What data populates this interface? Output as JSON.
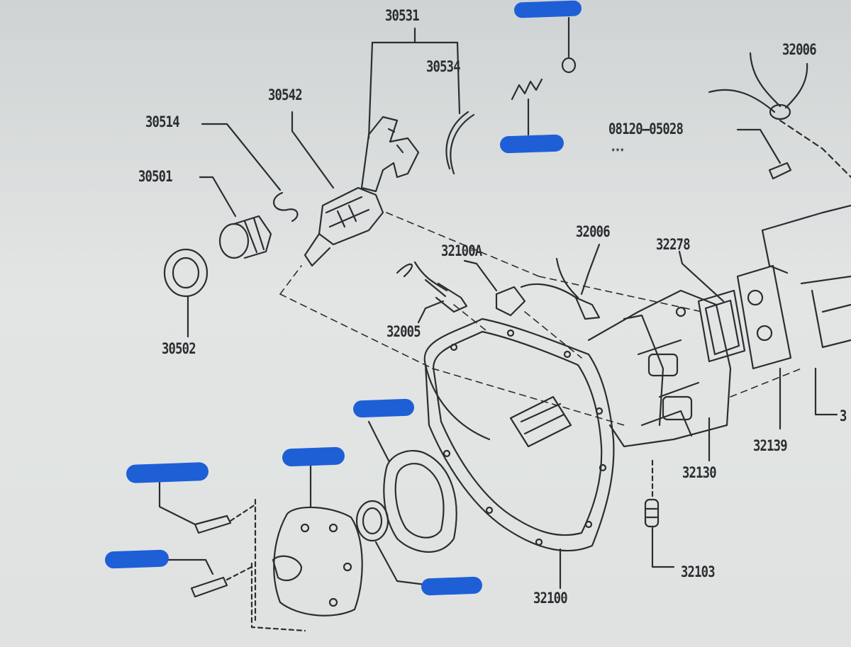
{
  "diagram": {
    "part_labels": [
      {
        "id": "p30531",
        "text": "30531"
      },
      {
        "id": "p30534",
        "text": "30534"
      },
      {
        "id": "p30542",
        "text": "30542"
      },
      {
        "id": "p30514",
        "text": "30514"
      },
      {
        "id": "p30501",
        "text": "30501"
      },
      {
        "id": "p30502",
        "text": "30502"
      },
      {
        "id": "p32006a",
        "text": "32006"
      },
      {
        "id": "p0812005028",
        "text": "08120–05028"
      },
      {
        "id": "pnote",
        "text": "★★★"
      },
      {
        "id": "p32100a",
        "text": "32100A"
      },
      {
        "id": "p32006b",
        "text": "32006"
      },
      {
        "id": "p32278",
        "text": "32278"
      },
      {
        "id": "p32005",
        "text": "32005"
      },
      {
        "id": "p32139",
        "text": "32139"
      },
      {
        "id": "p32130",
        "text": "32130"
      },
      {
        "id": "p32103",
        "text": "32103"
      },
      {
        "id": "p32100",
        "text": "32100"
      },
      {
        "id": "p32edge",
        "text": "3"
      }
    ],
    "redaction_color": "#1e5fd6"
  }
}
